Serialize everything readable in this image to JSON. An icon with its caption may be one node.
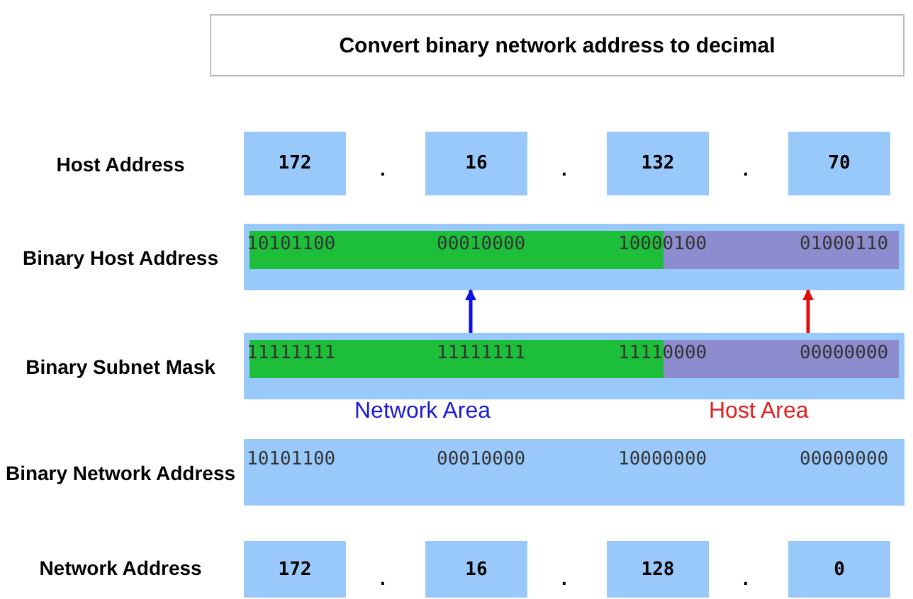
{
  "diagram": {
    "title": "Convert binary network address to decimal",
    "nodes": [
      {
        "text": [
          "172"
        ]
      },
      {
        "text": [
          "16"
        ]
      },
      {
        "text": [
          "132"
        ]
      },
      {
        "text": [
          "70"
        ]
      },
      {
        "text": [
          "10101100",
          "00010000",
          "10000100",
          "01000110"
        ]
      },
      {
        "text": [
          "11111111",
          "11111111",
          "11110000",
          "00000000"
        ]
      },
      {
        "text": [
          "10101100",
          "00010000",
          "10000000",
          "00000000"
        ]
      },
      {
        "text": [
          "172"
        ]
      },
      {
        "text": [
          "16"
        ]
      },
      {
        "text": [
          "128"
        ]
      },
      {
        "text": [
          "0"
        ]
      }
    ],
    "edges": [
      {
        "from": 5,
        "to": 4,
        "arrow": "to",
        "color": "#1010e0"
      },
      {
        "from": 5,
        "to": 4,
        "arrow": "to",
        "color": "#e01010"
      }
    ],
    "labels": [
      "Host Address",
      ".",
      ".",
      ".",
      "Binary Host Address",
      "Binary Subnet Mask",
      "Network Area",
      "Host Area",
      "Binary Network Address",
      "Network Address",
      ".",
      ".",
      "."
    ]
  }
}
